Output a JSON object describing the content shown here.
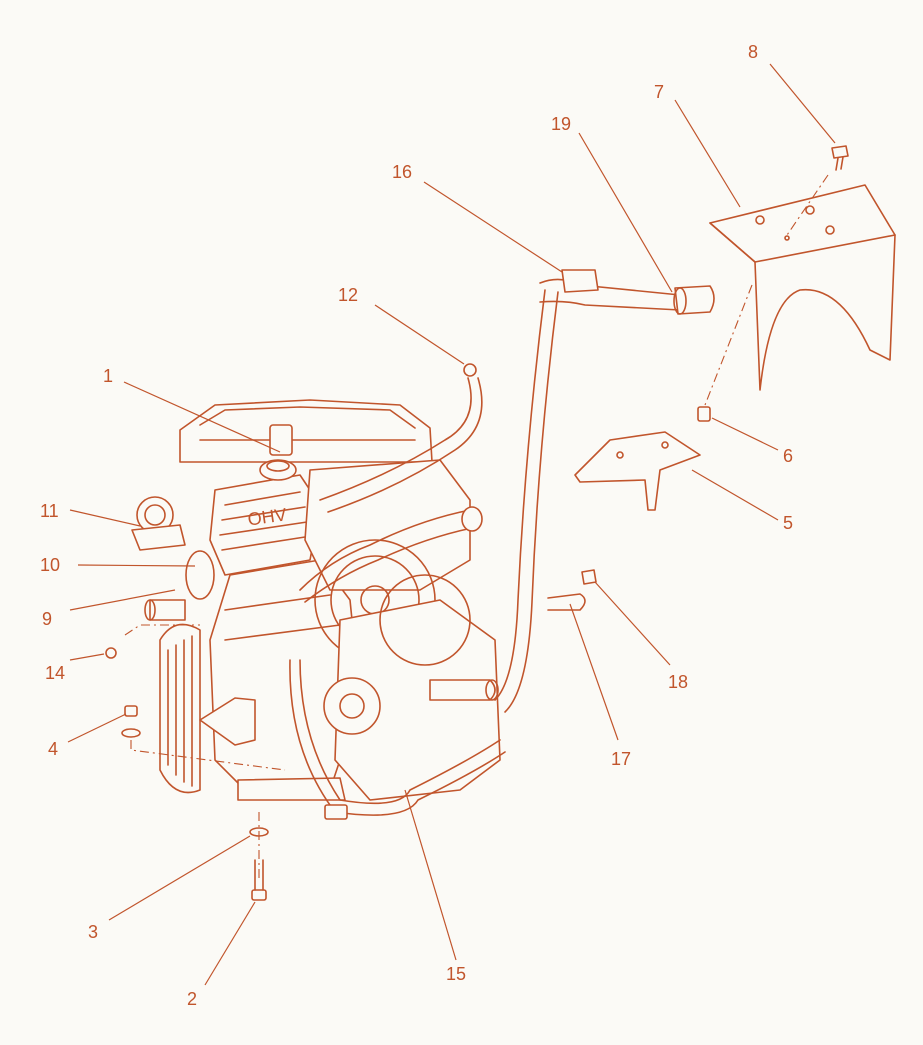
{
  "diagram": {
    "type": "exploded-parts-diagram",
    "line_color": "#c1552c",
    "background": "#fbfaf6",
    "engine_badge_text": "OHV",
    "callouts": [
      {
        "id": "c1",
        "label": "1"
      },
      {
        "id": "c2",
        "label": "2"
      },
      {
        "id": "c3",
        "label": "3"
      },
      {
        "id": "c4",
        "label": "4"
      },
      {
        "id": "c5",
        "label": "5"
      },
      {
        "id": "c6",
        "label": "6"
      },
      {
        "id": "c7",
        "label": "7"
      },
      {
        "id": "c8",
        "label": "8"
      },
      {
        "id": "c9",
        "label": "9"
      },
      {
        "id": "c10",
        "label": "10"
      },
      {
        "id": "c11",
        "label": "11"
      },
      {
        "id": "c12",
        "label": "12"
      },
      {
        "id": "c14",
        "label": "14"
      },
      {
        "id": "c15",
        "label": "15"
      },
      {
        "id": "c16",
        "label": "16"
      },
      {
        "id": "c17",
        "label": "17"
      },
      {
        "id": "c18",
        "label": "18"
      },
      {
        "id": "c19",
        "label": "19"
      }
    ]
  }
}
